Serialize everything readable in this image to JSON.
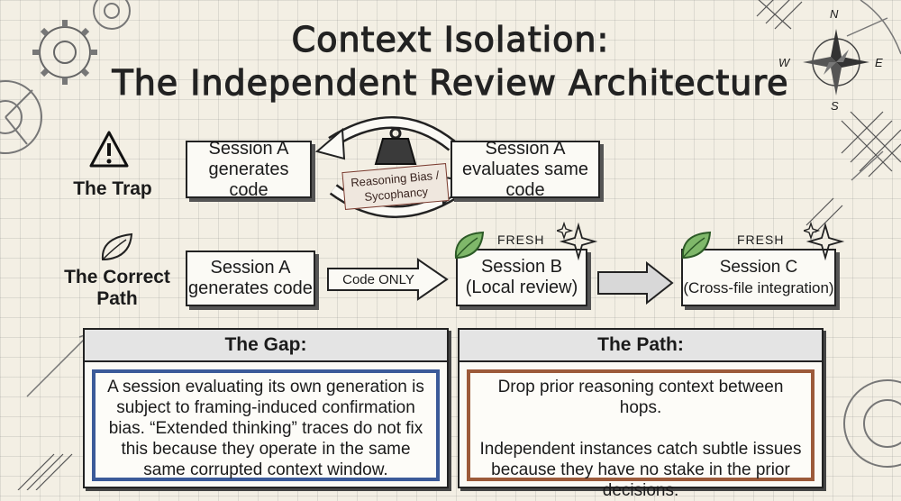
{
  "title": {
    "line1": "Context Isolation:",
    "line2": "The Independent Review Architecture"
  },
  "compass": {
    "n": "N",
    "e": "E",
    "s": "S",
    "w": "W"
  },
  "trap": {
    "label": "The Trap",
    "left_box": {
      "line1": "Session A",
      "line2": "generates code"
    },
    "right_box": {
      "line1": "Session A",
      "line2": "evaluates same code"
    },
    "bias": {
      "line1": "Reasoning Bias /",
      "line2": "Sycophancy"
    }
  },
  "correct": {
    "label_line1": "The Correct",
    "label_line2": "Path",
    "box_a": {
      "line1": "Session A",
      "line2": "generates code"
    },
    "arrow_label": "Code ONLY",
    "box_b": {
      "tag": "FRESH",
      "line1": "Session B",
      "line2": "(Local review)"
    },
    "box_c": {
      "tag": "FRESH",
      "line1": "Session C",
      "line2": "(Cross-file integration)"
    }
  },
  "gap": {
    "header": "The Gap:",
    "lines": [
      "A session evaluating its own generation is",
      "subject to framing-induced confirmation",
      "bias. “Extended thinking” traces do not fix",
      "this because they operate in the same",
      "same corrupted context window."
    ]
  },
  "path": {
    "header": "The Path:",
    "lines": [
      "Drop prior reasoning context between hops.",
      "",
      "Independent instances catch subtle issues",
      "because they have no stake in the prior",
      "decisions."
    ]
  },
  "colors": {
    "gap_accent": "#3b5a99",
    "path_accent": "#9c5a3a",
    "leaf_green": "#7fb86a"
  }
}
